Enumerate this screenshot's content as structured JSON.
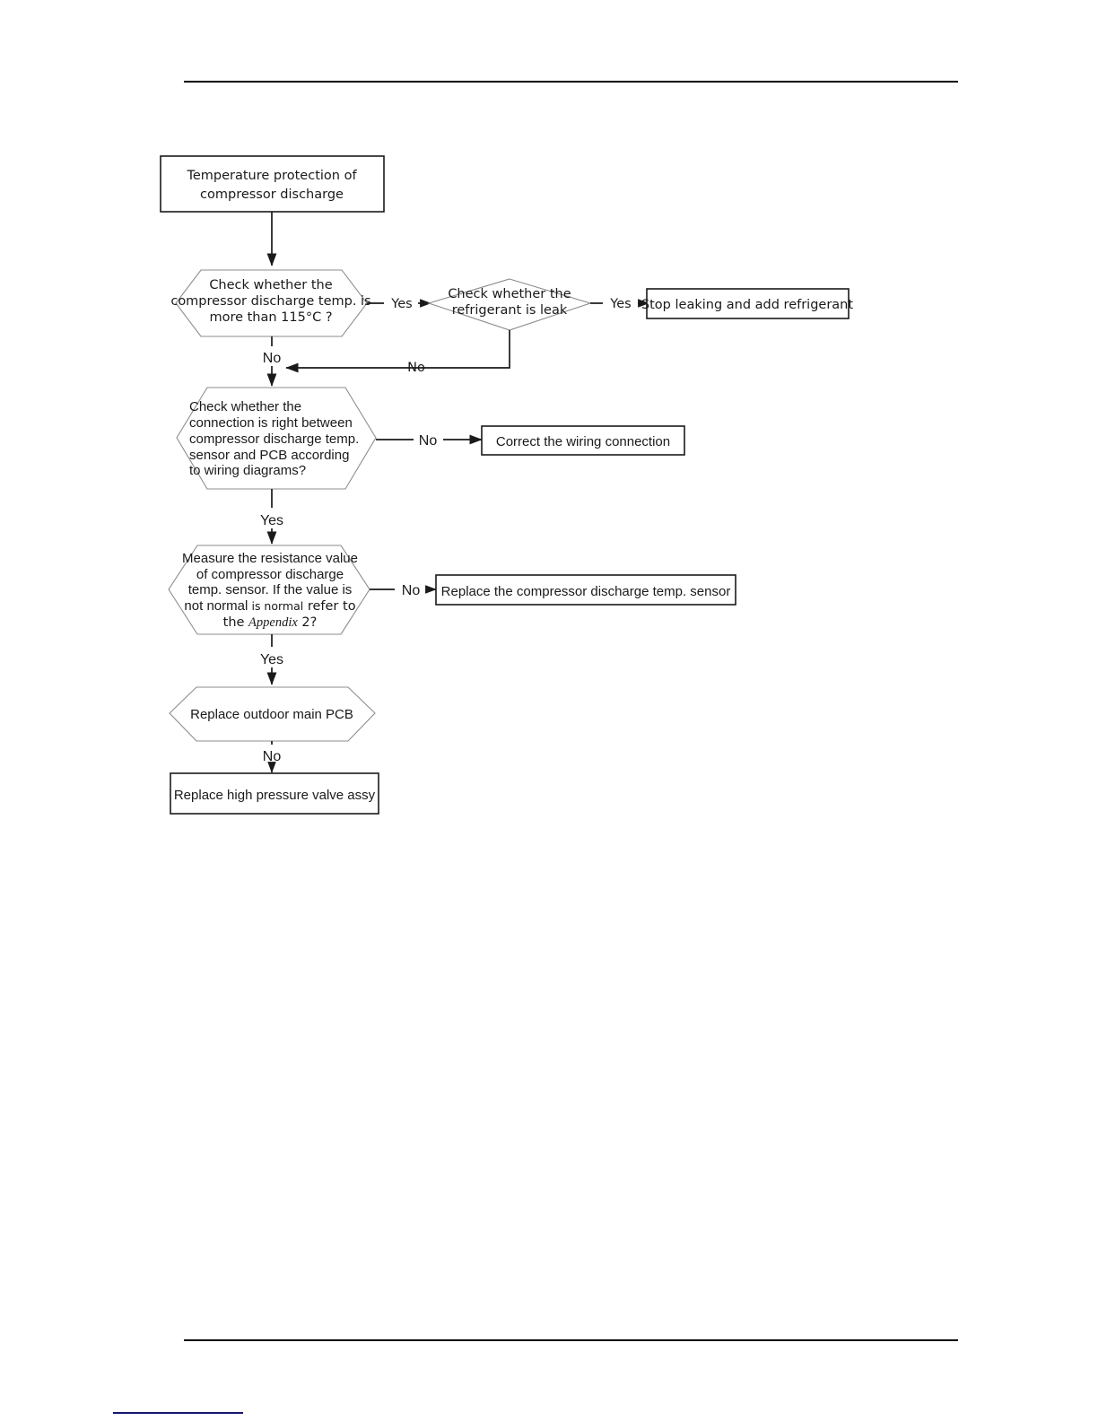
{
  "document": {
    "page_kind": "service-manual-troubleshooting-flowchart",
    "header_rule": true,
    "footer_rule": true,
    "accent_color": "#161670",
    "line_color": "#1a1a1a",
    "shape_outline_color": "#8c8c8c"
  },
  "flowchart": {
    "title_node": {
      "id": "start",
      "shape": "rectangle",
      "lines": [
        "Temperature protection of",
        "compressor discharge"
      ]
    },
    "nodes": [
      {
        "id": "check-temp",
        "shape": "hexagon",
        "lines": [
          "Check whether the",
          "compressor discharge temp. is",
          "more than 115°C ?"
        ]
      },
      {
        "id": "check-leak",
        "shape": "diamond",
        "lines": [
          "Check whether the",
          "refrigerant is leak"
        ]
      },
      {
        "id": "stop-leaking",
        "shape": "rectangle",
        "lines": [
          "Stop leaking and add refrigerant"
        ]
      },
      {
        "id": "check-connection",
        "shape": "hexagon",
        "justified": true,
        "lines": [
          "Check        whether        the",
          "connection  is  right  between",
          "compressor  discharge  temp.",
          "sensor  and  PCB  according",
          "to wiring diagrams?"
        ]
      },
      {
        "id": "correct-wiring",
        "shape": "rectangle",
        "lines": [
          "Correct the wiring connection"
        ]
      },
      {
        "id": "measure-resistance",
        "shape": "hexagon",
        "lines": [
          "Measure the resistance value",
          "of compressor discharge",
          "temp. sensor. If the value is",
          "not normal is normal refer to",
          "the Appendix 2?"
        ],
        "line4_parts": [
          "not normal ",
          "is normal",
          " refer to"
        ],
        "line5_parts": [
          "the ",
          "Appendix",
          " 2?"
        ]
      },
      {
        "id": "replace-sensor",
        "shape": "rectangle",
        "lines": [
          "Replace the compressor discharge temp. sensor"
        ]
      },
      {
        "id": "replace-pcb",
        "shape": "hexagon",
        "lines": [
          "Replace outdoor main PCB"
        ]
      },
      {
        "id": "replace-valve",
        "shape": "rectangle",
        "lines": [
          "Replace high pressure valve assy"
        ]
      }
    ],
    "edge_labels": {
      "temp_yes": "Yes",
      "temp_no": "No",
      "leak_yes": "Yes",
      "leak_no": "No",
      "conn_no": "No",
      "conn_yes": "Yes",
      "measure_no": "No",
      "measure_yes": "Yes",
      "pcb_no": "No"
    }
  }
}
